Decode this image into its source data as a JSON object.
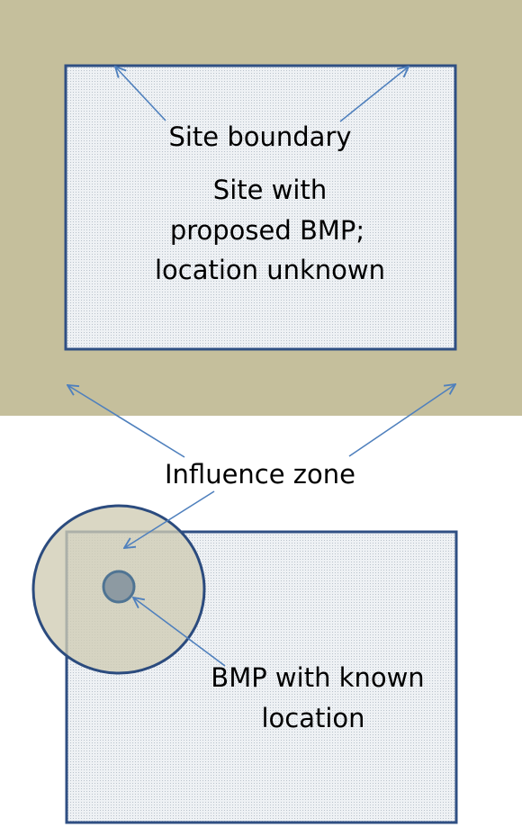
{
  "labels": {
    "site_boundary": "Site boundary",
    "site_with_bmp_line1": "Site with",
    "site_with_bmp_line2": "proposed BMP;",
    "site_with_bmp_line3": "location unknown",
    "influence_zone": "Influence zone",
    "bmp_known_line1": "BMP with known",
    "bmp_known_line2": "location"
  },
  "colors": {
    "surrounding_area": "#c5bf9c",
    "page_background": "#ffffff",
    "site_border": "#2f4f83",
    "site_fill": "#e9edf1",
    "influence_zone_fill": "#cfccb4",
    "influence_zone_border": "#2b4b7e",
    "bmp_fill": "#8d9aa2",
    "bmp_border": "#4f7493",
    "arrow": "#4f80bd",
    "text": "#000000"
  }
}
